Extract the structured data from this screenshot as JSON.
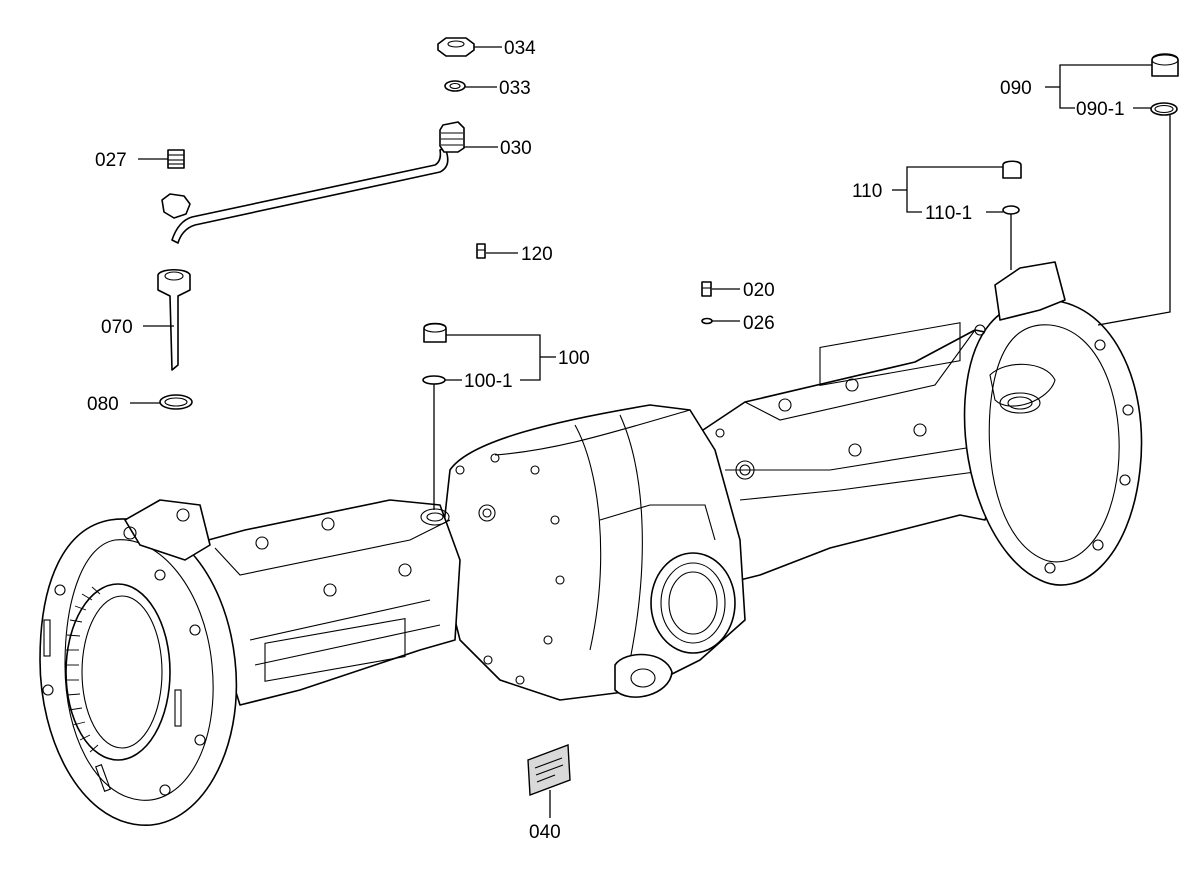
{
  "callouts": {
    "c034": "034",
    "c033": "033",
    "c030": "030",
    "c027": "027",
    "c120": "120",
    "c070": "070",
    "c080": "080",
    "c100": "100",
    "c100_1": "100-1",
    "c020": "020",
    "c026": "026",
    "c090": "090",
    "c090_1": "090-1",
    "c110": "110",
    "c110_1": "110-1",
    "c040": "040"
  }
}
